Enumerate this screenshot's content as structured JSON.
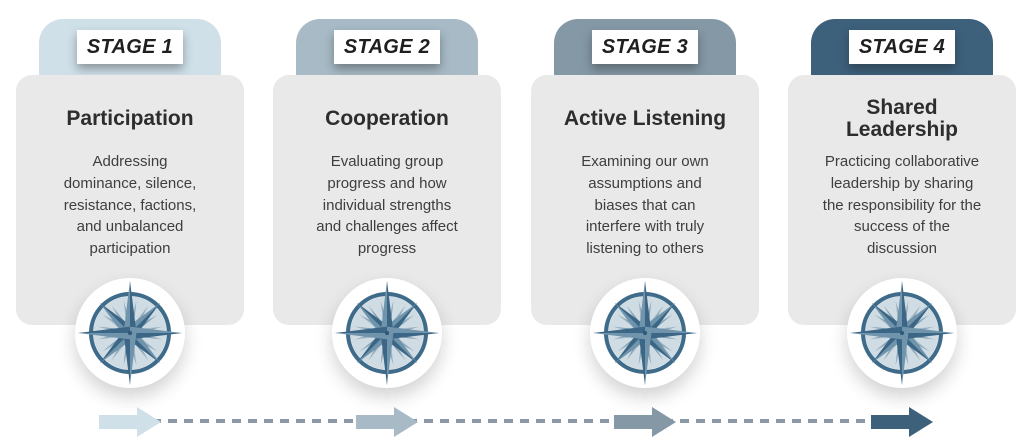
{
  "diagram": {
    "background": "#ffffff",
    "card_background": "#e9e9ea",
    "dash_color": "#8b98a5"
  },
  "stages": [
    {
      "badge": "STAGE 1",
      "title": "Participation",
      "description": "Addressing\ndominance, silence,\nresistance, factions,\nand unbalanced\nparticipation",
      "color": "#cfe0e9"
    },
    {
      "badge": "STAGE 2",
      "title": "Cooperation",
      "description": "Evaluating group\nprogress and how\nindividual strengths\nand challenges affect\nprogress",
      "color": "#a7bac5"
    },
    {
      "badge": "STAGE 3",
      "title": "Active Listening",
      "description": "Examining our own\nassumptions and\nbiases that can\ninterfere with truly\nlistening to others",
      "color": "#8498a6"
    },
    {
      "badge": "STAGE 4",
      "title": "Shared\nLeadership",
      "description": "Practicing collaborative\nleadership by sharing\nthe responsibility for the\nsuccess of the\ndiscussion",
      "color": "#3d607b"
    }
  ],
  "compass_icon": {
    "ring": "#3f6b8a",
    "inner": "#cfdce4",
    "dark": "#3c6685",
    "light": "#6f94ac",
    "minor_dark": "#7e9cb0",
    "minor_light": "#a4b9c6",
    "center_dot": "#2f5a77"
  }
}
